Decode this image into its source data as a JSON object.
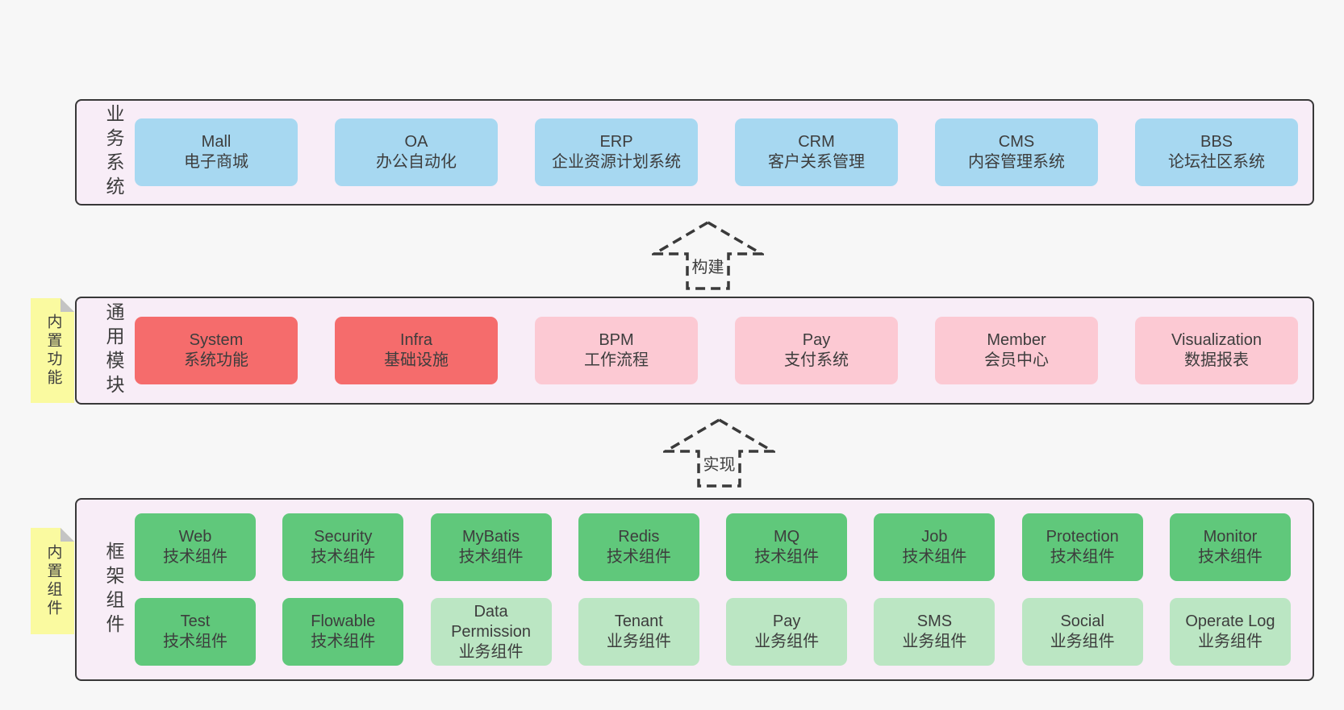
{
  "colors": {
    "page_bg": "#f7f7f7",
    "band_bg": "#f8edf7",
    "band_border": "#383838",
    "blue": "#a7d8f1",
    "red": "#f56c6c",
    "pink": "#fcc9d3",
    "green_dark": "#60c87b",
    "green_light": "#bbe6c3",
    "sticky_yellow": "#fafaa0",
    "sticky_fold": "#c4c4c4",
    "text": "#3d3d3d",
    "arrow": "#3a3a3a"
  },
  "bands": [
    {
      "label": "业务系统",
      "boxes": [
        {
          "title": "Mall",
          "subtitle": "电子商城",
          "color": "blue"
        },
        {
          "title": "OA",
          "subtitle": "办公自动化",
          "color": "blue"
        },
        {
          "title": "ERP",
          "subtitle": "企业资源计划系统",
          "color": "blue"
        },
        {
          "title": "CRM",
          "subtitle": "客户关系管理",
          "color": "blue"
        },
        {
          "title": "CMS",
          "subtitle": "内容管理系统",
          "color": "blue"
        },
        {
          "title": "BBS",
          "subtitle": "论坛社区系统",
          "color": "blue"
        }
      ]
    },
    {
      "label": "通用模块",
      "sticky": "内置功能",
      "boxes": [
        {
          "title": "System",
          "subtitle": "系统功能",
          "color": "red"
        },
        {
          "title": "Infra",
          "subtitle": "基础设施",
          "color": "red"
        },
        {
          "title": "BPM",
          "subtitle": "工作流程",
          "color": "pink"
        },
        {
          "title": "Pay",
          "subtitle": "支付系统",
          "color": "pink"
        },
        {
          "title": "Member",
          "subtitle": "会员中心",
          "color": "pink"
        },
        {
          "title": "Visualization",
          "subtitle": "数据报表",
          "color": "pink"
        }
      ]
    },
    {
      "label": "框架组件",
      "sticky": "内置组件",
      "rows": [
        [
          {
            "title": "Web",
            "subtitle": "技术组件",
            "color": "green_dark"
          },
          {
            "title": "Security",
            "subtitle": "技术组件",
            "color": "green_dark"
          },
          {
            "title": "MyBatis",
            "subtitle": "技术组件",
            "color": "green_dark"
          },
          {
            "title": "Redis",
            "subtitle": "技术组件",
            "color": "green_dark"
          },
          {
            "title": "MQ",
            "subtitle": "技术组件",
            "color": "green_dark"
          },
          {
            "title": "Job",
            "subtitle": "技术组件",
            "color": "green_dark"
          },
          {
            "title": "Protection",
            "subtitle": "技术组件",
            "color": "green_dark"
          },
          {
            "title": "Monitor",
            "subtitle": "技术组件",
            "color": "green_dark"
          }
        ],
        [
          {
            "title": "Test",
            "subtitle": "技术组件",
            "color": "green_dark"
          },
          {
            "title": "Flowable",
            "subtitle": "技术组件",
            "color": "green_dark"
          },
          {
            "title": "Data Permission",
            "subtitle": "业务组件",
            "color": "green_light"
          },
          {
            "title": "Tenant",
            "subtitle": "业务组件",
            "color": "green_light"
          },
          {
            "title": "Pay",
            "subtitle": "业务组件",
            "color": "green_light"
          },
          {
            "title": "SMS",
            "subtitle": "业务组件",
            "color": "green_light"
          },
          {
            "title": "Social",
            "subtitle": "业务组件",
            "color": "green_light"
          },
          {
            "title": "Operate Log",
            "subtitle": "业务组件",
            "color": "green_light"
          }
        ]
      ]
    }
  ],
  "arrows": [
    {
      "label": "构建"
    },
    {
      "label": "实现"
    }
  ]
}
